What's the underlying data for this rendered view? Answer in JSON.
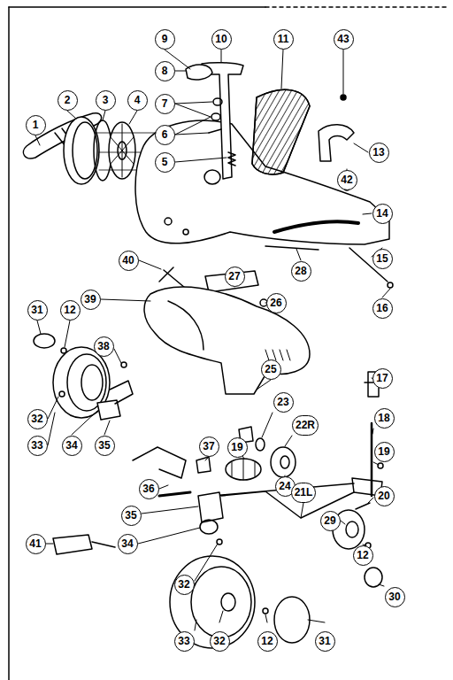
{
  "diagram": {
    "labels": [
      "9",
      "10",
      "11",
      "43",
      "8",
      "7",
      "6",
      "5",
      "13",
      "1",
      "2",
      "3",
      "4",
      "42",
      "14",
      "15",
      "16",
      "40",
      "27",
      "28",
      "39",
      "26",
      "31",
      "12",
      "38",
      "17",
      "25",
      "23",
      "22R",
      "18",
      "32",
      "33",
      "34",
      "35",
      "37",
      "19",
      "19",
      "24",
      "20",
      "36",
      "35",
      "21L",
      "29",
      "12",
      "30",
      "34",
      "41",
      "32",
      "33",
      "32",
      "12",
      "31"
    ]
  }
}
